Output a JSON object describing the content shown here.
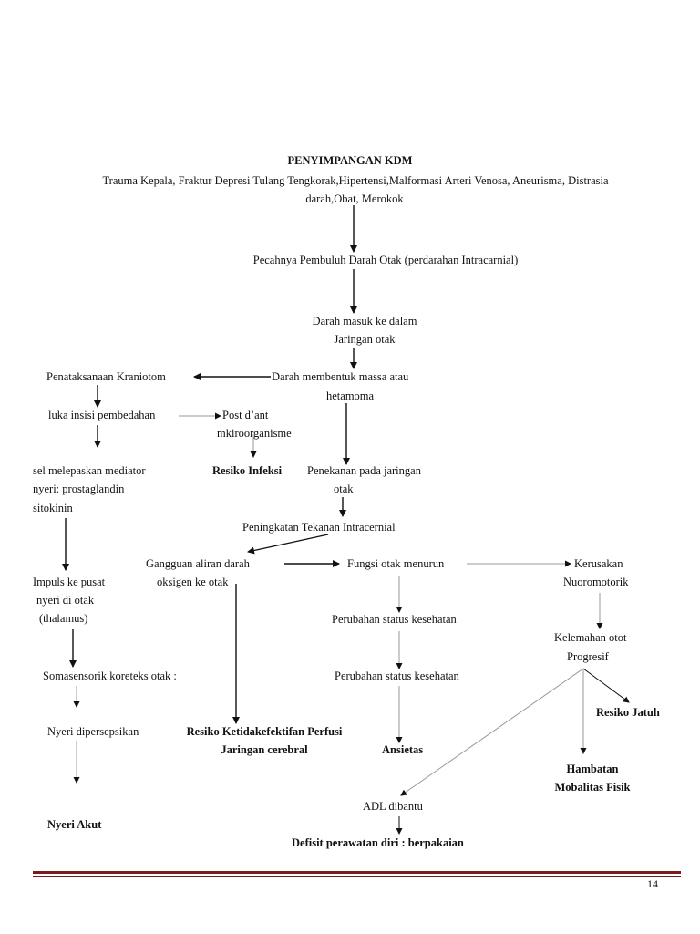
{
  "title": "PENYIMPANGAN KDM",
  "nodes": {
    "cause_line1": "Trauma Kepala, Fraktur Depresi Tulang Tengkorak,Hipertensi,Malformasi Arteri Venosa,    Aneurisma, Distrasia",
    "cause_line2": "darah,Obat, Merokok",
    "rupture": "Pecahnya Pembuluh Darah Otak (perdarahan Intracarnial)",
    "blood_line1": "Darah masuk ke dalam",
    "blood_line2": "Jaringan otak",
    "mass_line1": "Darah membentuk massa atau",
    "mass_line2": "hetamoma",
    "craniotomy": "Penataksanaan Kraniotom",
    "incision": "luka insisi pembedahan",
    "postdant_line1": "Post d’ant",
    "postdant_line2": "mkiroorganisme",
    "infection_risk": "Resiko Infeksi",
    "mediator_line1": "sel melepaskan mediator",
    "mediator_line2": "nyeri: prostaglandin",
    "mediator_line3": "sitokinin",
    "pressure_line1": "Penekanan pada jaringan",
    "pressure_line2": "otak",
    "icp": "Peningkatan Tekanan Intracernial",
    "flow_line1": "Gangguan aliran darah",
    "flow_line2": "oksigen ke otak",
    "brain_func": "Fungsi otak menurun",
    "neuro_line1": "Kerusakan",
    "neuro_line2": "Nuoromotorik",
    "impulse_line1": "Impuls ke pusat",
    "impulse_line2": "nyeri di otak",
    "impulse_line3": "(thalamus)",
    "health_change1": "Perubahan status kesehatan",
    "weakness_line1": "Kelemahan otot",
    "weakness_line2": "Progresif",
    "somato": "Somasensorik koreteks otak :",
    "health_change2": "Perubahan status kesehatan",
    "fall_risk": "Resiko Jatuh",
    "pain_perceived": "Nyeri dipersepsikan",
    "perfusion_line1": "Resiko Ketidakefektifan Perfusi",
    "perfusion_line2": "Jaringan cerebral",
    "anxiety": "Ansietas",
    "mobility_line1": "Hambatan",
    "mobility_line2": "Mobalitas Fisik",
    "adl": "ADL dibantu",
    "acute_pain": "Nyeri Akut",
    "selfcare_deficit": "Defisit perawatan diri : berpakaian"
  },
  "page_number": "14",
  "colors": {
    "rule": "#7b1a1a",
    "text": "#111111",
    "arrow": "#111111",
    "faint_arrow": "#999999"
  }
}
